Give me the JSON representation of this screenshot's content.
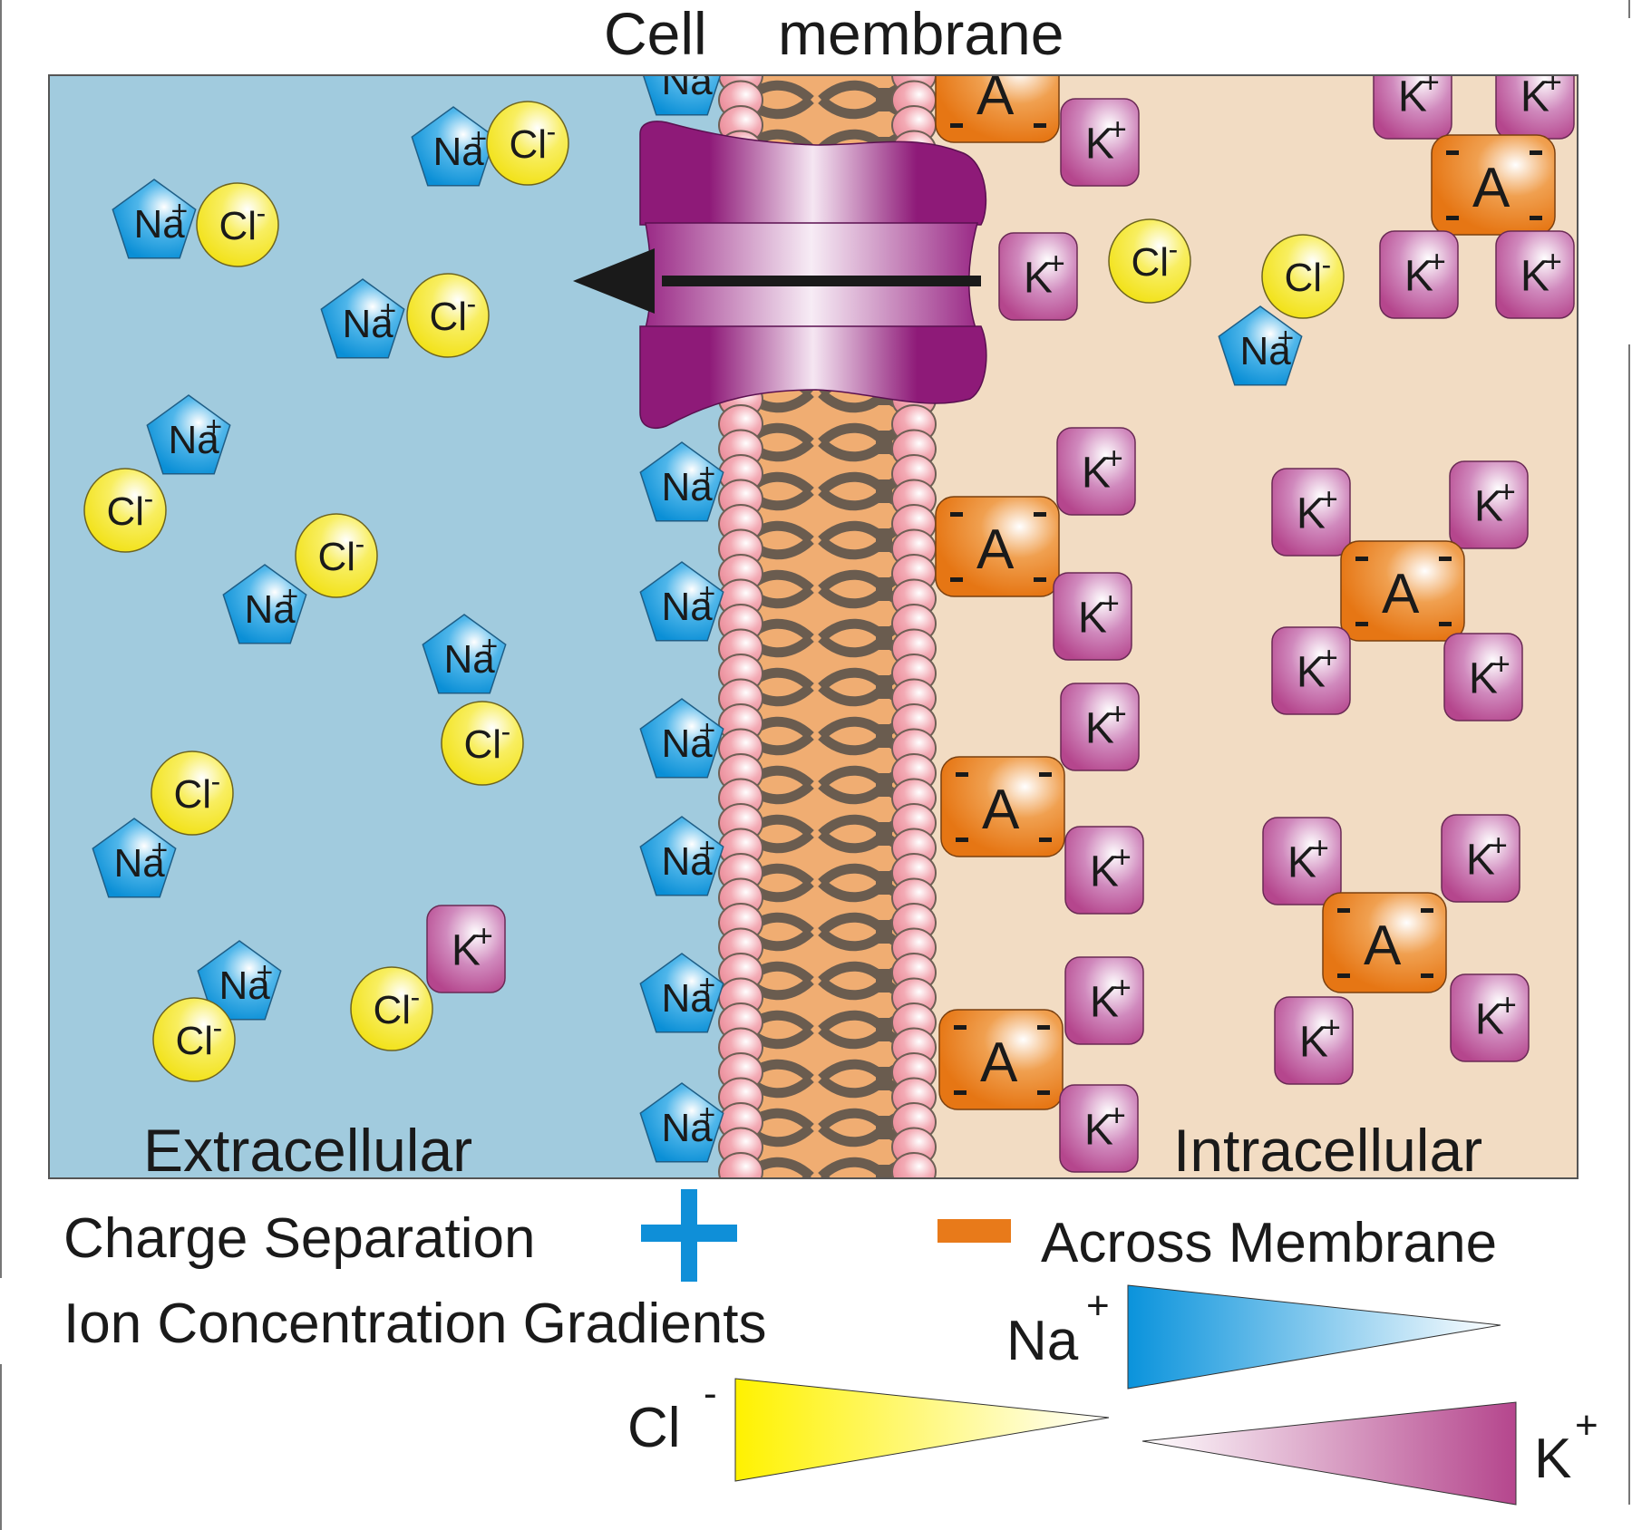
{
  "title": {
    "word1": "Cell",
    "word2": "membrane"
  },
  "regions": {
    "extracellular": "Extracellular",
    "intracellular": "Intracellular"
  },
  "ions": {
    "sodium": {
      "symbol": "Na",
      "charge": "+"
    },
    "chloride": {
      "symbol": "Cl",
      "charge": "-"
    },
    "potassium": {
      "symbol": "K",
      "charge": "+"
    },
    "anion": {
      "symbol": "A",
      "charge": "-"
    }
  },
  "legend": {
    "charge_separation": "Charge Separation",
    "across_membrane": "Across Membrane",
    "ion_gradients": "Ion Concentration Gradients",
    "na_label": "Na",
    "na_charge": "+",
    "cl_label": "Cl",
    "cl_charge": "-",
    "k_label": "K",
    "k_charge": "+"
  },
  "colors": {
    "extracellular_bg": "#a1cbde",
    "intracellular_bg": "#f2dcc3",
    "membrane_core": "#f0ad72",
    "lipid_tail": "#6a5c4f",
    "lipid_head": "#f09aa6",
    "channel": "#8e1a78",
    "sodium": "#0f96db",
    "chloride": "#f5e520",
    "potassium": "#b84c90",
    "anion": "#e87a1a",
    "plus_sign": "#0f8fd8",
    "minus_sign": "#e87a1a"
  }
}
